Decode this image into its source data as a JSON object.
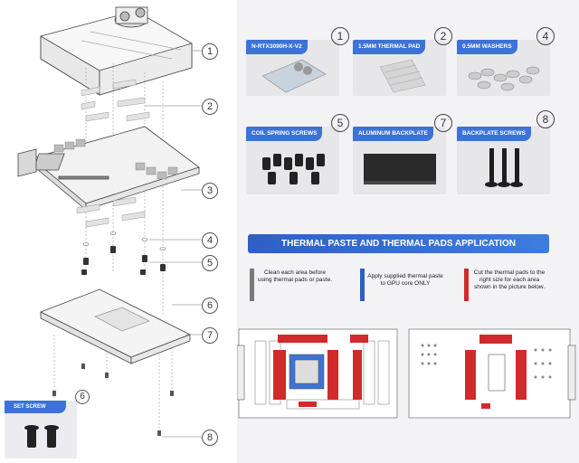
{
  "callouts": [
    "1",
    "2",
    "3",
    "4",
    "5",
    "6",
    "7",
    "8"
  ],
  "set_screw": {
    "label": "SET SCREW",
    "callout": "6"
  },
  "cards": [
    {
      "num": "1",
      "label": "N-RTX3090H-X-V2"
    },
    {
      "num": "2",
      "label": "1.5MM THERMAL PAD"
    },
    {
      "num": "4",
      "label": "0.5MM WASHERS"
    },
    {
      "num": "5",
      "label": "COIL SPRING SCREWS"
    },
    {
      "num": "7",
      "label": "ALUMINUM BACKPLATE"
    },
    {
      "num": "8",
      "label": "BACKPLATE SCREWS"
    }
  ],
  "banner": "THERMAL PASTE AND THERMAL PADS APPLICATION",
  "notes": [
    {
      "text": "Clean each area before using thermal pads or paste.",
      "color": "#7a7a7a"
    },
    {
      "text": "Apply supplied thermal paste to GPU core ONLY",
      "color": "#2f5fc4"
    },
    {
      "text": "Cut the thermal pads to the right size for each area shown in the picture below.",
      "color": "#d12a2a"
    }
  ],
  "colors": {
    "accent_blue": "#3d73d6",
    "pad_red": "#d12a2a",
    "paste_blue": "#2f5fc4",
    "gray": "#7a7a7a"
  }
}
